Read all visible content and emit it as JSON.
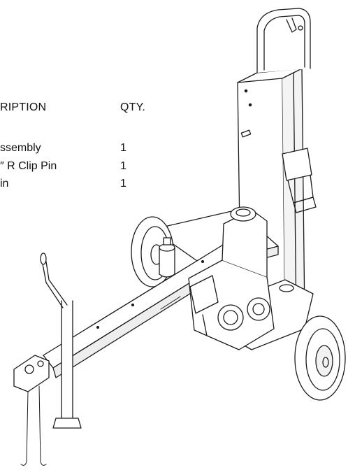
{
  "parts_list": {
    "header": {
      "description": "RIPTION",
      "qty": "QTY."
    },
    "rows": [
      {
        "description": "ssembly",
        "qty": "1"
      },
      {
        "description": "″ R Clip Pin",
        "qty": "1"
      },
      {
        "description": "in",
        "qty": "1"
      }
    ]
  }
}
